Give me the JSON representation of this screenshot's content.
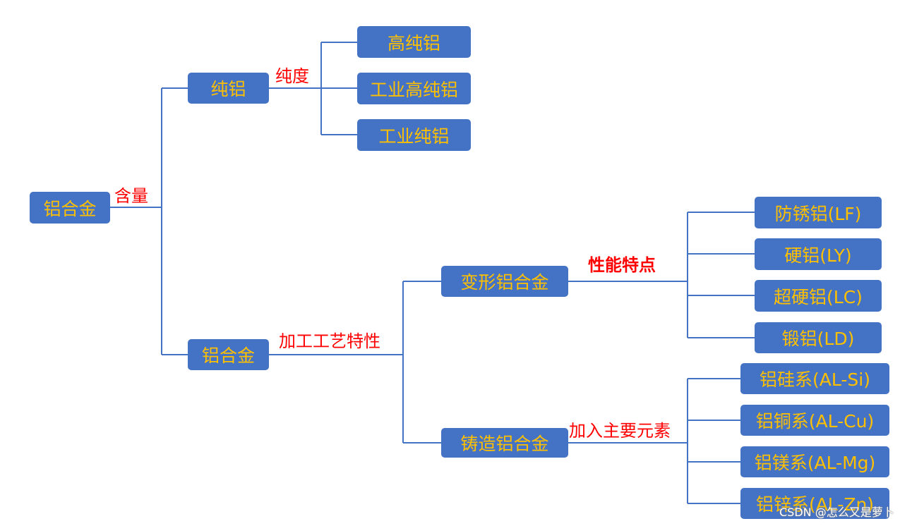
{
  "nodes": {
    "root": "铝合金",
    "pure": "纯铝",
    "alloy": "铝合金",
    "high_pure": "高纯铝",
    "industrial_high_pure": "工业高纯铝",
    "industrial_pure": "工业纯铝",
    "wrought": "变形铝合金",
    "cast": "铸造铝合金",
    "lf": "防锈铝(LF)",
    "ly": "硬铝(LY)",
    "lc": "超硬铝(LC)",
    "ld": "锻铝(LD)",
    "si": "铝硅系(AL-Si)",
    "cu": "铝铜系(AL-Cu)",
    "mg": "铝镁系(AL-Mg)",
    "zn": "铝锌系(AL-Zn)"
  },
  "edge_labels": {
    "content": "含量",
    "purity": "纯度",
    "process": "加工工艺特性",
    "performance": "性能特点",
    "elements": "加入主要元素"
  },
  "watermark": "CSDN @怎么又是萝卜",
  "colors": {
    "node_fill": "#4472c4",
    "node_text": "#ffc000",
    "edge_label": "#ff0000",
    "line": "#4472c4"
  }
}
